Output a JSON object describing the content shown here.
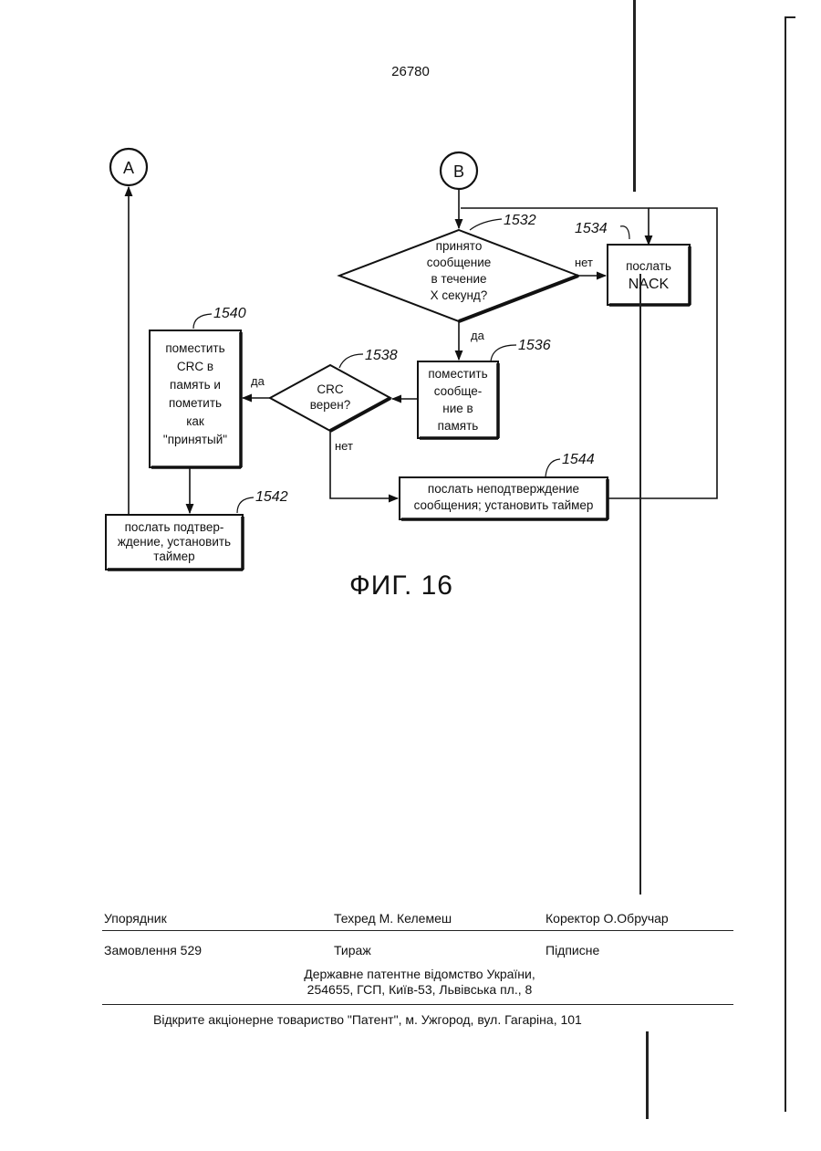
{
  "page_number": "26780",
  "connectors": {
    "a": "A",
    "b": "B"
  },
  "nodes": {
    "n1532": {
      "ref": "1532",
      "lines": [
        "принято",
        "сообщение",
        "в течение",
        "X секунд?"
      ]
    },
    "n1534": {
      "ref": "1534",
      "lines": [
        "послать",
        "NACK"
      ]
    },
    "n1536": {
      "ref": "1536",
      "lines": [
        "поместить",
        "сообще-",
        "ние в",
        "память"
      ]
    },
    "n1538": {
      "ref": "1538",
      "lines": [
        "CRC",
        "верен?"
      ]
    },
    "n1540": {
      "ref": "1540",
      "lines": [
        "поместить",
        "CRC  в",
        "память и",
        "пометить",
        "как",
        "\"принятый\""
      ]
    },
    "n1542": {
      "ref": "1542",
      "lines": [
        "послать подтвер-",
        "ждение, установить",
        "таймер"
      ]
    },
    "n1544": {
      "ref": "1544",
      "lines": [
        "послать неподтверждение",
        "сообщения; установить таймер"
      ]
    }
  },
  "edge_labels": {
    "yes": "да",
    "no": "нет"
  },
  "figure_caption": "ФИГ. 16",
  "footer": {
    "compiler": "Упорядник",
    "tech_editor": "Техред М. Келемеш",
    "proofreader": "Коректор О.Обручар",
    "order": "Замовлення 529",
    "circulation": "Тираж",
    "subscription": "Підписне",
    "office_line1": "Державне патентне відомство України,",
    "office_line2": "254655, ГСП, Київ-53, Львівська пл., 8",
    "publisher": "Відкрите акціонерне товариство \"Патент\", м. Ужгород, вул. Гагаріна, 101"
  }
}
